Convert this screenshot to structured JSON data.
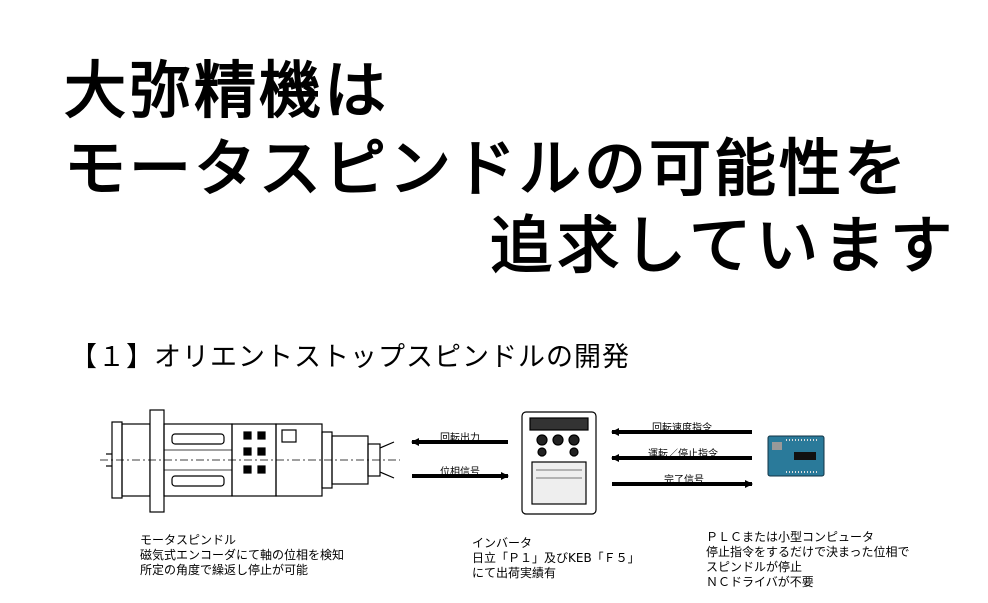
{
  "headline": {
    "line1": "大弥精機は",
    "line2": "モータスピンドルの可能性を",
    "line3": "追求しています"
  },
  "section": {
    "title": "【１】オリエントストップスピンドルの開発"
  },
  "diagram": {
    "signals": {
      "rotation_output": "回転出力",
      "phase_signal": "位相信号",
      "speed_command": "回転速度指令",
      "run_stop_command": "運転／停止指令",
      "complete_signal": "完了信号"
    },
    "captions": {
      "spindle": [
        "モータスピンドル",
        "磁気式エンコーダにて軸の位相を検知",
        "所定の角度で繰返し停止が可能"
      ],
      "inverter": [
        "インバータ",
        "日立「Ｐ１」及びKEB「Ｆ５」",
        "にて出荷実績有"
      ],
      "plc": [
        "ＰＬＣまたは小型コンピュータ",
        "停止指令をするだけで決まった位相で",
        "スピンドルが停止",
        "ＮＣドライバが不要"
      ]
    }
  }
}
